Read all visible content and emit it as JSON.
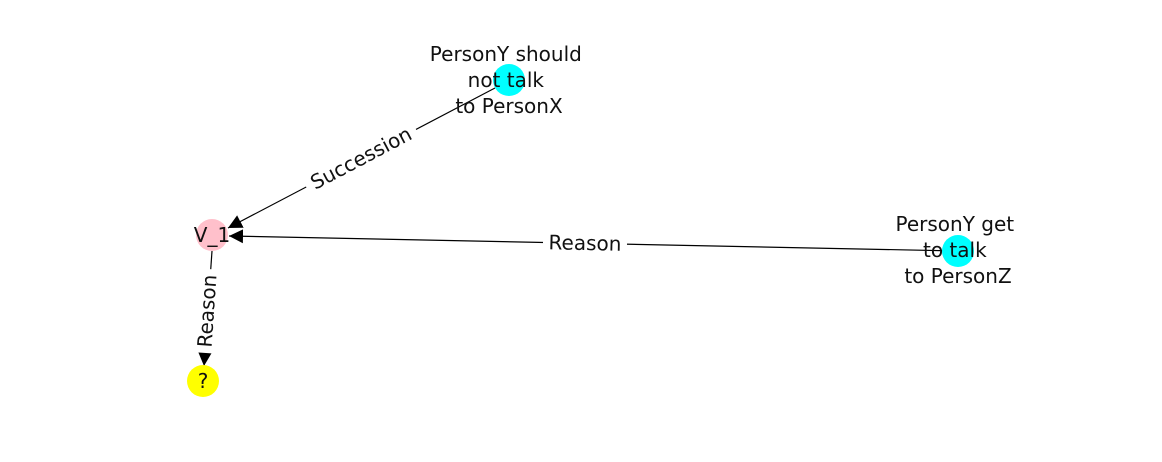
{
  "graph": {
    "nodes": [
      {
        "id": "v1",
        "label": "V_1",
        "color": "#ffc0cb"
      },
      {
        "id": "x",
        "label_lines": [
          "PersonY should",
          "not talk",
          "to PersonX"
        ],
        "color": "#00ffff"
      },
      {
        "id": "z",
        "label_lines": [
          "PersonY get",
          "to talk",
          "to PersonZ"
        ],
        "color": "#00ffff"
      },
      {
        "id": "q",
        "label": "?",
        "color": "#ffff00"
      }
    ],
    "edges": [
      {
        "from": "x",
        "to": "v1",
        "label": "Succession"
      },
      {
        "from": "z",
        "to": "v1",
        "label": "Reason"
      },
      {
        "from": "v1",
        "to": "q",
        "label": "Reason"
      }
    ],
    "edge_color": "#000000",
    "label_background": "#ffffff"
  }
}
